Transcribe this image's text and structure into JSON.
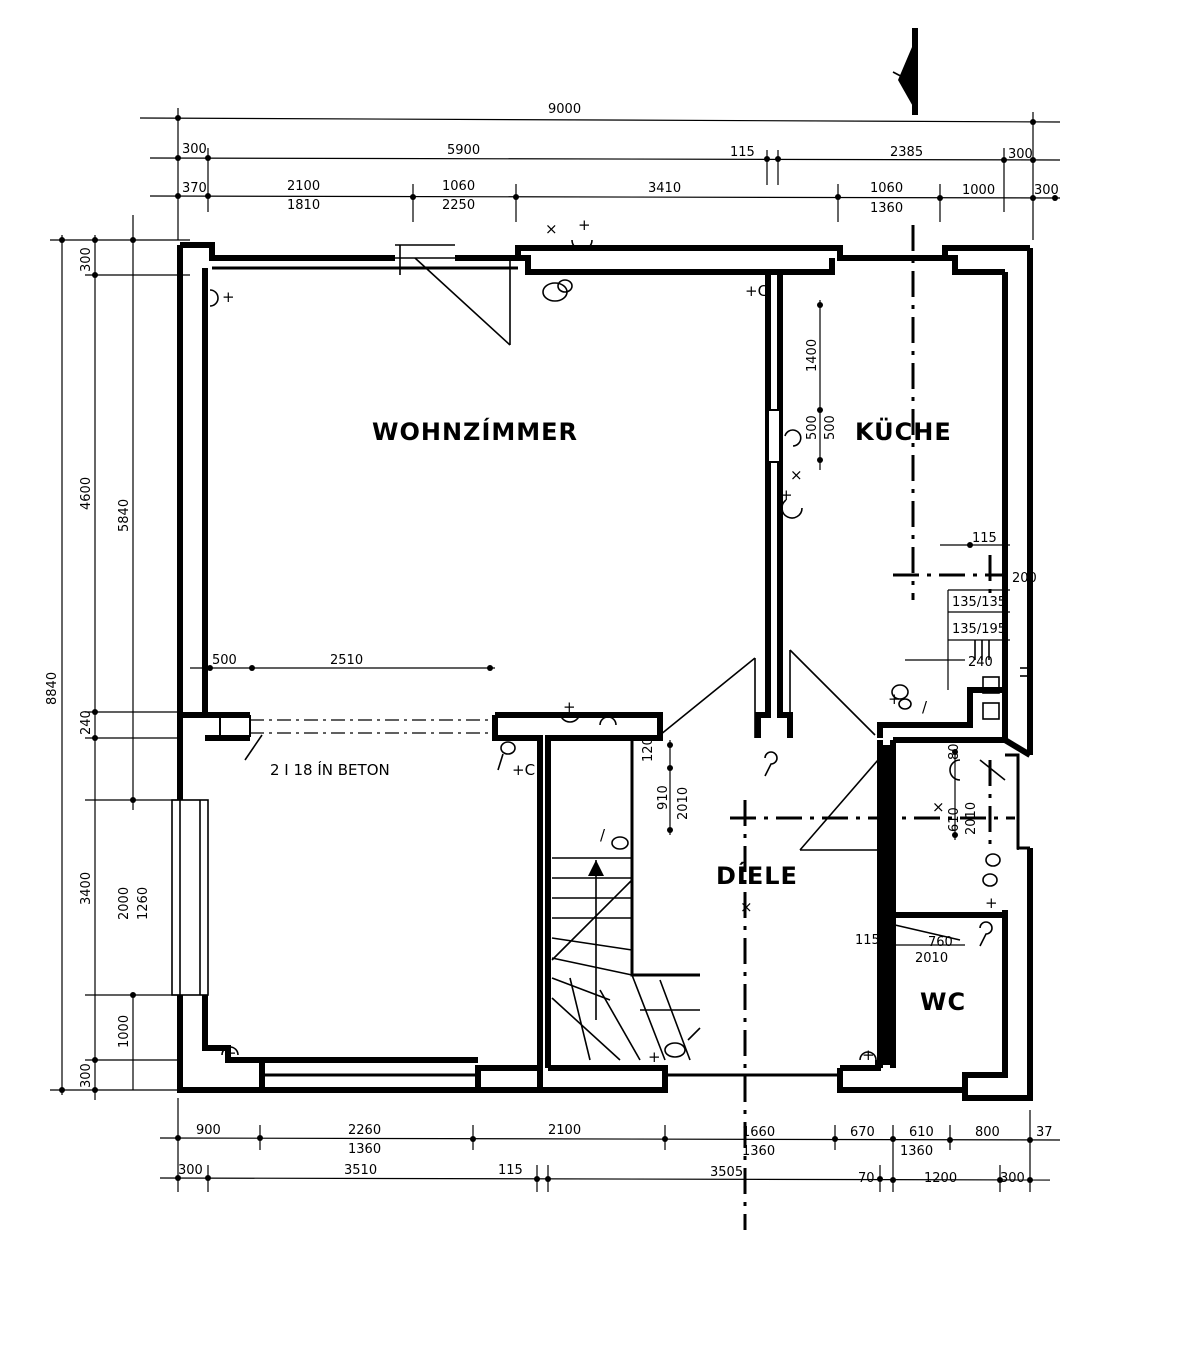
{
  "rooms": {
    "wohnzimmer": "WOHNZÍMMER",
    "kueche": "KÜCHE",
    "diele": "DÍELE",
    "wc": "WC"
  },
  "notes": {
    "beam": "2 I 18 ÍN BETON"
  },
  "dims": {
    "top_total": "9000",
    "top_r1_a": "300",
    "top_r1_b": "5900",
    "top_r1_c": "115",
    "top_r1_d": "2385",
    "top_r1_e": "300",
    "top_r2_a": "370",
    "top_r2_b": "2100",
    "top_r2_b2": "1810",
    "top_r2_c": "1060",
    "top_r2_c2": "2250",
    "top_r2_d": "3410",
    "top_r2_e": "1060",
    "top_r2_e2": "1360",
    "top_r2_f": "1000",
    "top_r2_g": "300",
    "bot_r1_a": "900",
    "bot_r1_b": "2260",
    "bot_r1_b2": "1360",
    "bot_r1_c": "2100",
    "bot_r1_d": "1660",
    "bot_r1_d2": "1360",
    "bot_r1_e": "670",
    "bot_r1_f": "610",
    "bot_r1_f2": "1360",
    "bot_r1_g": "800",
    "bot_r1_h": "37",
    "bot_r2_a": "300",
    "bot_r2_b": "3510",
    "bot_r2_c": "115",
    "bot_r2_d": "3505",
    "bot_r2_e": "70",
    "bot_r2_f": "1200",
    "bot_r2_g": "300",
    "left_total": "8840",
    "left_a": "300",
    "left_b": "4600",
    "left_c": "5840",
    "left_d": "240",
    "left_e": "3400",
    "left_f": "2000",
    "left_f2": "1260",
    "left_g": "1000",
    "left_h": "300",
    "inner_500": "500",
    "inner_2510": "2510",
    "k_1400": "1400",
    "k_500": "500",
    "k_500b": "500",
    "k_115": "115",
    "k_200": "200",
    "k_135a": "135/135",
    "k_135b": "135/195",
    "k_240": "240",
    "d_120": "120",
    "d_910": "910",
    "d_2010": "2010",
    "b_80": "80",
    "b_610": "610",
    "b_2010": "2010",
    "wc_115": "115",
    "wc_760": "760",
    "wc_2010": "2010"
  }
}
